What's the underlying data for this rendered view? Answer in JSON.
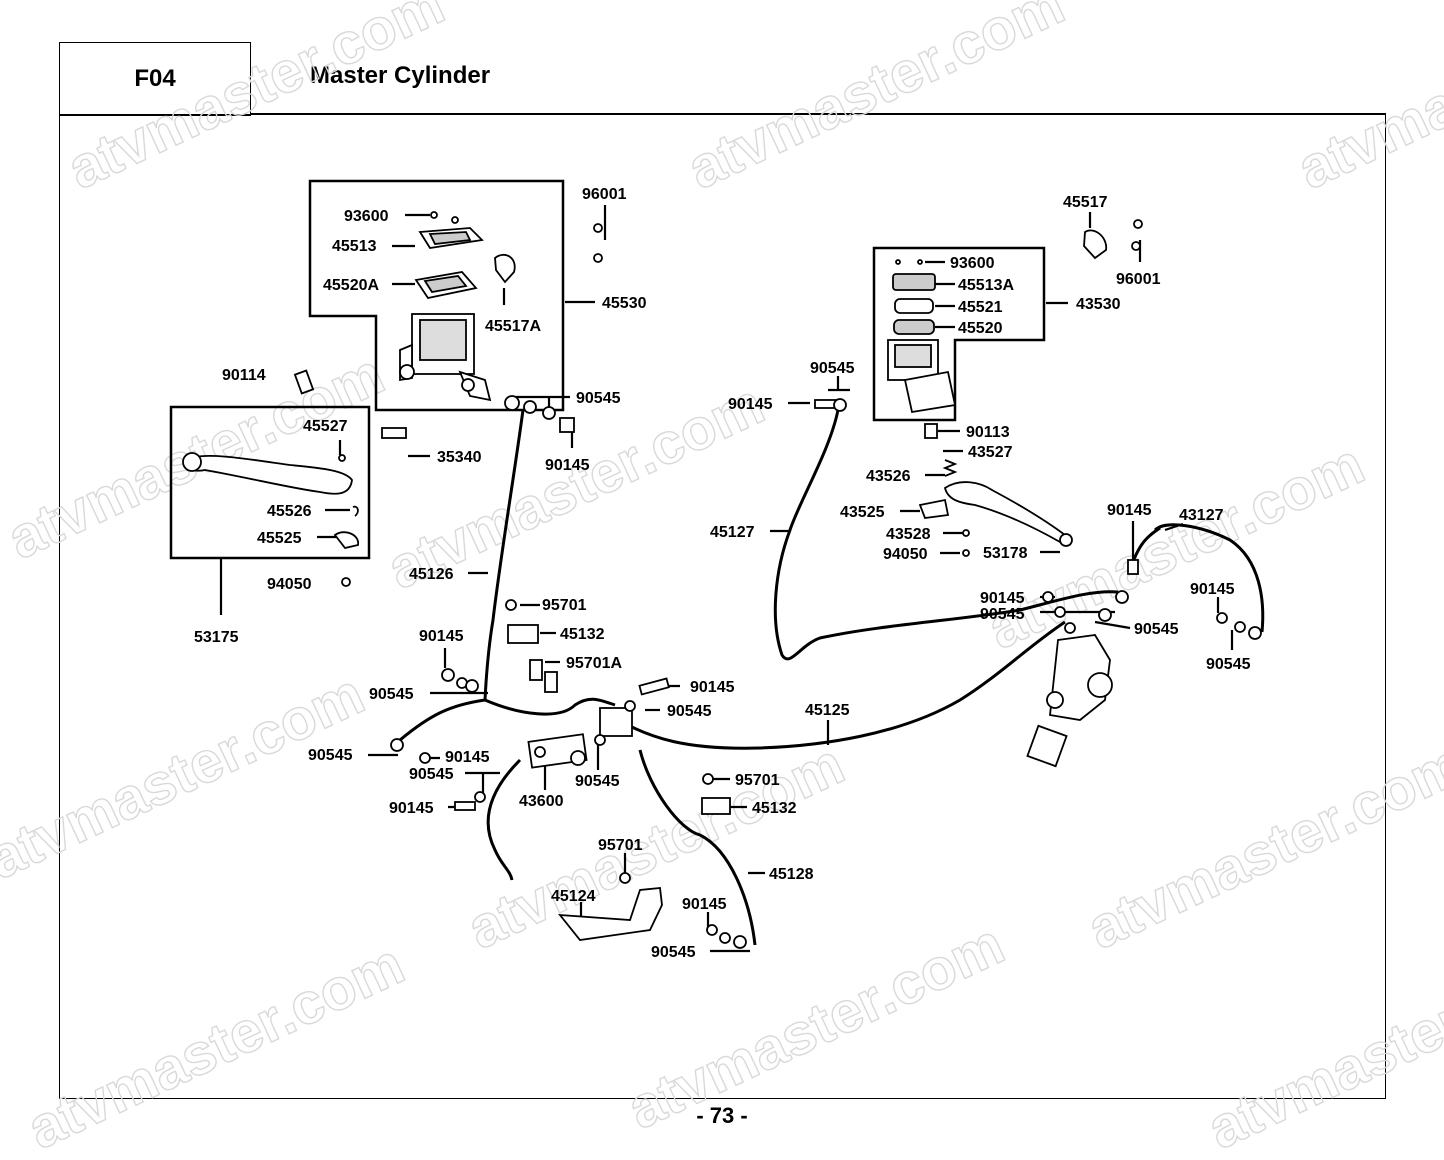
{
  "header": {
    "code": "F04",
    "title": "Master Cylinder"
  },
  "footer": {
    "page_number": "- 73 -"
  },
  "watermark": "atvmaster.com",
  "parts": {
    "p93600a": "93600",
    "p45513": "45513",
    "p45520A": "45520A",
    "p45517A": "45517A",
    "p45530": "45530",
    "p96001a": "96001",
    "p90114": "90114",
    "p90545a": "90545",
    "p90145a": "90145",
    "p35340": "35340",
    "p45527": "45527",
    "p45526": "45526",
    "p45525": "45525",
    "p53175": "53175",
    "p94050a": "94050",
    "p45126": "45126",
    "p95701a": "95701",
    "p45132a": "45132",
    "p95701A": "95701A",
    "p90145b": "90145",
    "p90545b": "90545",
    "p90145c": "90145",
    "p90545c": "90545",
    "p90545d": "90545",
    "p90145d": "90145",
    "p90545e": "90545",
    "p90545f": "90545",
    "p43600": "43600",
    "p90145e": "90145",
    "p45125": "45125",
    "p95701b": "95701",
    "p45132b": "45132",
    "p95701c": "95701",
    "p45124": "45124",
    "p45128": "45128",
    "p90145f": "90145",
    "p90545g": "90545",
    "p45517": "45517",
    "p96001b": "96001",
    "p93600b": "93600",
    "p45513A": "45513A",
    "p45521": "45521",
    "p45520": "45520",
    "p43530": "43530",
    "p90545h": "90545",
    "p90145g": "90145",
    "p90113": "90113",
    "p43527": "43527",
    "p43526": "43526",
    "p45127": "45127",
    "p43525": "43525",
    "p43528": "43528",
    "p94050b": "94050",
    "p53178": "53178",
    "p90145h": "90145",
    "p43127": "43127",
    "p90145i": "90145",
    "p90545i": "90545",
    "p90545j": "90545",
    "p90145j": "90145",
    "p90545k": "90545"
  }
}
